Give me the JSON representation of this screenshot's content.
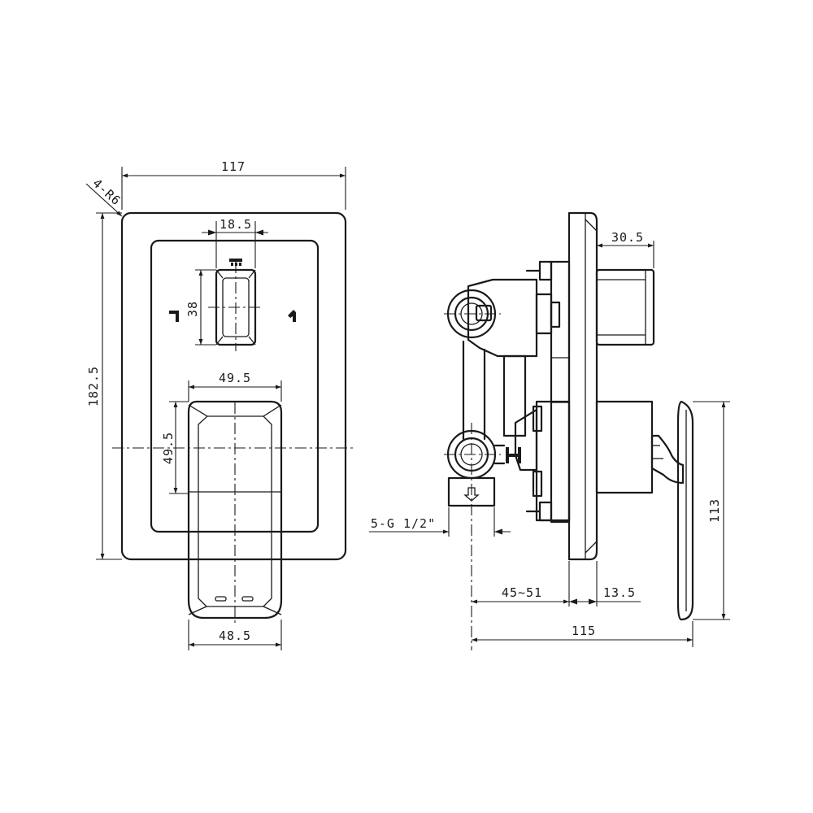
{
  "dimensions": {
    "front_width": "117",
    "corner_radius": "4-R6",
    "front_height": "182.5",
    "cartridge_width": "18.5",
    "cartridge_height": "38",
    "handle_width_top": "49.5",
    "handle_height": "49.5",
    "handle_width_bottom": "48.5",
    "side_protrusion": "30.5",
    "thread": "5-G 1/2\"",
    "depth_range": "45~51",
    "plate_thickness": "13.5",
    "total_depth": "115",
    "handle_diameter": "113"
  }
}
